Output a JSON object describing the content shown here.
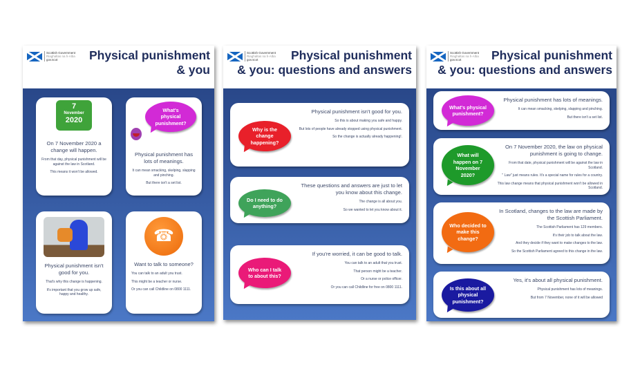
{
  "logo": {
    "line1": "Scottish Government",
    "line2": "Riaghaltas na h-Alba",
    "line3": "gov.scot"
  },
  "poster1": {
    "title1": "Physical punishment",
    "title2": "& you",
    "date": {
      "day": "7",
      "month": "November",
      "year": "2020"
    },
    "card1": {
      "heading": "On 7 November 2020 a change will happen.",
      "lines": [
        "From that day, physical punishment will be against the law in Scotland.",
        "This means it won't be allowed."
      ]
    },
    "card2": {
      "bubble": "What's physical punishment?",
      "heading": "Physical punishment has lots of meanings.",
      "lines": [
        "It can mean smacking, skelping, slapping and pinching.",
        "But there isn't a set list."
      ]
    },
    "card3": {
      "heading": "Physical punishment isn't good for you.",
      "lines": [
        "That's why this change is happening.",
        "It's important that you grow up safe, happy and healthy."
      ]
    },
    "card4": {
      "heading": "Want to talk to someone?",
      "lines": [
        "You can talk to an adult you trust.",
        "This might be a teacher or nurse.",
        "Or you can call Childline on 0800 1111."
      ]
    }
  },
  "poster2": {
    "title1": "Physical punishment",
    "title2": "& you: questions and answers",
    "cards": [
      {
        "question": "Why is the change happening?",
        "color": "#e8202a",
        "heading": "Physical punishment isn't good for you.",
        "lines": [
          "So this is about making you safe and happy.",
          "But lots of people have already stopped using physical punishment.",
          "So the change is actually already happening!."
        ]
      },
      {
        "question": "Do I need to do anything?",
        "color": "#3fa35a",
        "heading": "These questions and answers are just to let you know about this change.",
        "lines": [
          "The change is all about you.",
          "So we wanted to let you know about it."
        ]
      },
      {
        "question": "Who can I talk to about this?",
        "color": "#ea1a78",
        "heading": "If you're worried, it can be good to talk.",
        "lines": [
          "You can talk to an adult that you trust.",
          "That person might be a teacher.",
          "Or a nurse or police officer.",
          "Or you can call  Childline for free on 0800 1111."
        ]
      }
    ]
  },
  "poster3": {
    "title1": "Physical punishment",
    "title2": "& you: questions and answers",
    "cards": [
      {
        "question": "What's physical punishment?",
        "color": "#d22ad6",
        "heading": "Physical punishment has lots of meanings.",
        "lines": [
          "It can mean smacking, skelping, slapping and pinching.",
          "But there isn't a set list."
        ]
      },
      {
        "question": "What will happen on 7 November 2020?",
        "color": "#1e9a2a",
        "heading": "On 7 November 2020, the law on physical punishment is going to change.",
        "lines": [
          "From that date, physical punishment will be against the law in Scotland.",
          "\" Law\" just means rules.  It's a special name for rules for a country.",
          "This law change means that physical punishment won't be allowed in Scotland."
        ]
      },
      {
        "question": "Who decided to make this change?",
        "color": "#f26b12",
        "heading": "In Scotland, changes to the law are made by the Scottish Parliament.",
        "lines": [
          "The Scottish Parliament has 129 members.",
          "It's their job to talk about the law.",
          "And they decide if they want to make changes to the law.",
          "So the Scottish Parliament agreed to this change in the law."
        ]
      },
      {
        "question": "Is this about all physical punishment?",
        "color": "#1a1aa0",
        "heading": "Yes, it's about all physical punishment.",
        "lines": [
          "Physical punishment has lots of meanings.",
          "But from 7 November, none of it will be allowed"
        ]
      }
    ]
  }
}
